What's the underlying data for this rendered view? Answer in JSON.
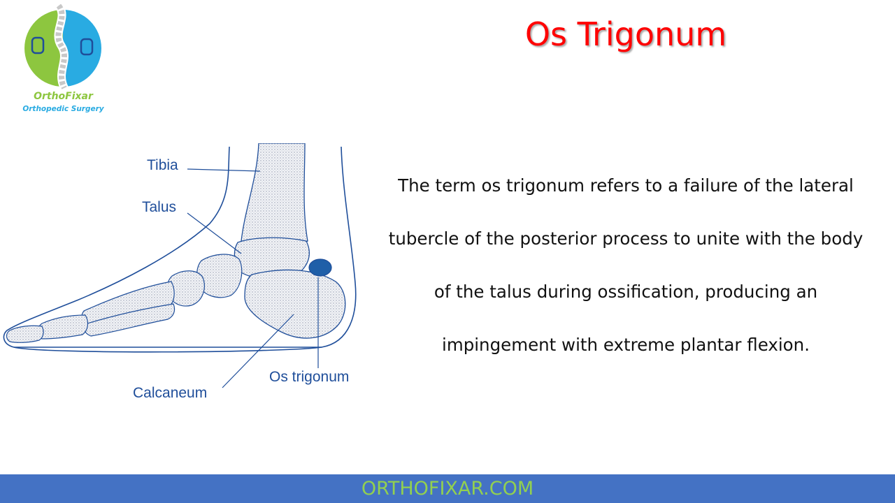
{
  "brand": {
    "name": "OrthoFixar",
    "subtitle": "Orthopedic Surgery",
    "colors": {
      "green": "#8dc63f",
      "blue": "#29abe2"
    }
  },
  "title": "Os Trigonum",
  "diagram": {
    "labels": {
      "tibia": "Tibia",
      "talus": "Talus",
      "calcaneum": "Calcaneum",
      "os_trigonum": "Os trigonum"
    },
    "colors": {
      "outline": "#1f4e9a",
      "os_trigonum_fill": "#1f5fa8",
      "bone_stipple": "#9aa4b8"
    }
  },
  "body": {
    "lines": [
      "The term os trigonum refers to a failure of the lateral",
      "tubercle of the posterior process to unite with the body",
      "of the talus during ossification, producing an",
      "impingement with extreme plantar flexion."
    ]
  },
  "footer": {
    "text": "ORTHOFIXAR.COM",
    "bg_color": "#4472c4",
    "text_color": "#92d050"
  }
}
